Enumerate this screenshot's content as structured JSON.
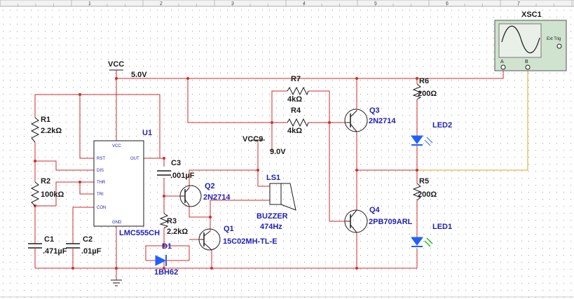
{
  "ruler": {
    "marks": [
      "1",
      "2",
      "3",
      "4",
      "5",
      "6",
      "7"
    ]
  },
  "colors": {
    "wire": "#d42a2a",
    "probe_wire": "#e0a020",
    "ref_text": "#1f1fb4",
    "value_text": "#1a1a1a",
    "led_red": "#2060ff",
    "led_green": "#20c020"
  },
  "components": {
    "vcc": {
      "label": "VCC",
      "value": "5.0V"
    },
    "vcc9": {
      "label": "VCC9",
      "value": "9.0V"
    },
    "r1": {
      "ref": "R1",
      "value": "2.2kΩ"
    },
    "r2": {
      "ref": "R2",
      "value": "100kΩ"
    },
    "r3": {
      "ref": "R3",
      "value": "2.2kΩ"
    },
    "r4": {
      "ref": "R4",
      "value": "4kΩ"
    },
    "r5": {
      "ref": "R5",
      "value": "200Ω"
    },
    "r6": {
      "ref": "R6",
      "value": "200Ω"
    },
    "r7": {
      "ref": "R7",
      "value": "4kΩ"
    },
    "c1": {
      "ref": "C1",
      "value": ".471µF"
    },
    "c2": {
      "ref": "C2",
      "value": ".01µF"
    },
    "c3": {
      "ref": "C3",
      "value": ".001µF"
    },
    "u1": {
      "ref": "U1",
      "part": "LMC555CH",
      "pins": {
        "vcc": "VCC",
        "rst": "RST",
        "out": "OUT",
        "dis": "DIS",
        "thr": "THR",
        "tri": "TRI",
        "con": "CON",
        "gnd": "GND"
      }
    },
    "q1": {
      "ref": "Q1",
      "part": "15C02MH-TL-E"
    },
    "q2": {
      "ref": "Q2",
      "part": "2N2714"
    },
    "q3": {
      "ref": "Q3",
      "part": "2N2714"
    },
    "q4": {
      "ref": "Q4",
      "part": "2PB709ARL"
    },
    "d1": {
      "ref": "D1",
      "part": "1BH62"
    },
    "ls1": {
      "ref": "LS1",
      "part": "BUZZER",
      "freq": "474Hz"
    },
    "led1": {
      "ref": "LED1"
    },
    "led2": {
      "ref": "LED2"
    },
    "xsc1": {
      "ref": "XSC1",
      "ch_a": "A",
      "ch_b": "B",
      "ext_trig": "Ext Trig"
    }
  }
}
